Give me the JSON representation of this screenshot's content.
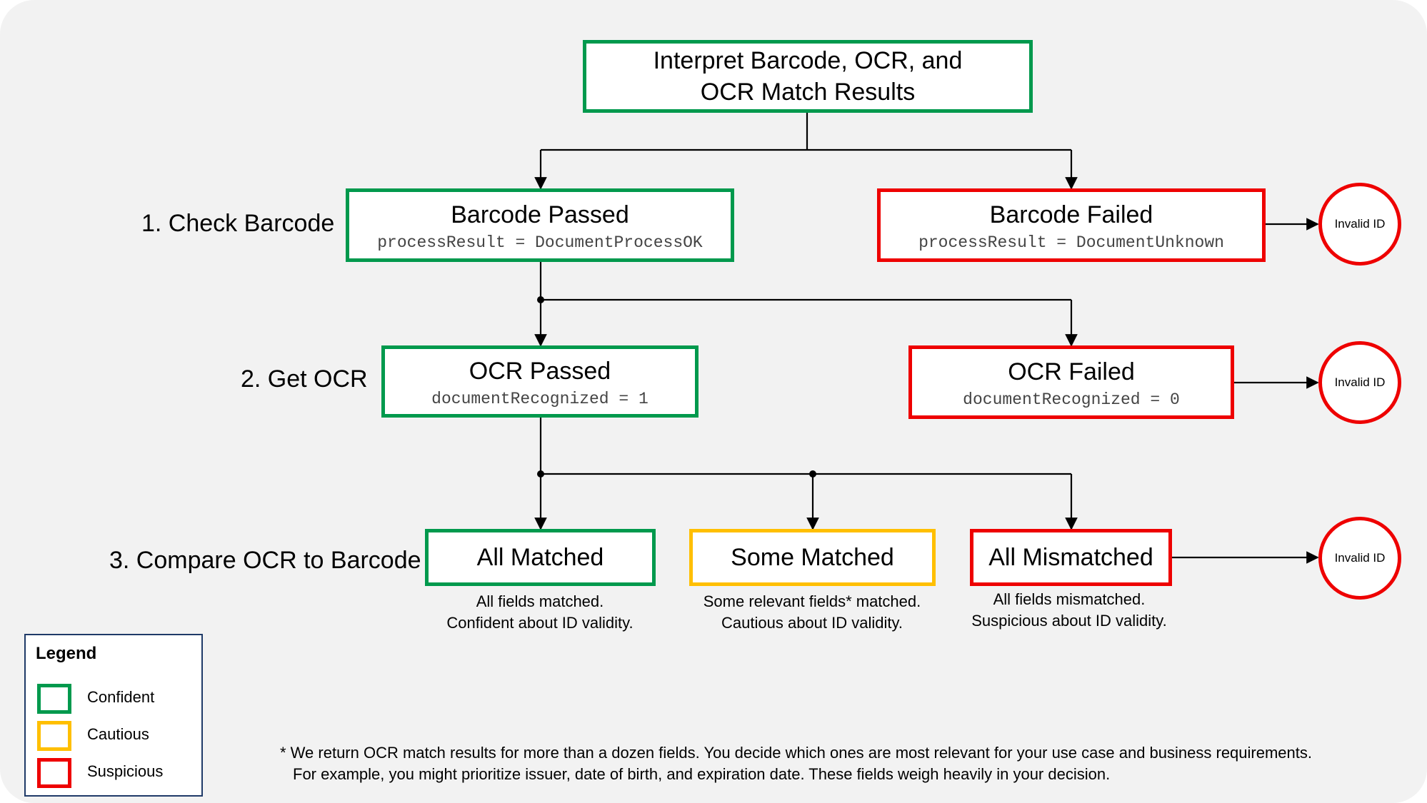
{
  "colors": {
    "confident": "#00994d",
    "cautious": "#ffbf00",
    "suspicious": "#ee0000",
    "background": "#f2f2f2",
    "legend_border": "#1f3a68"
  },
  "root": {
    "line1": "Interpret Barcode, OCR, and",
    "line2": "OCR Match Results",
    "status": "confident"
  },
  "steps": {
    "check_barcode": "1. Check Barcode",
    "get_ocr": "2. Get OCR",
    "compare": "3. Compare OCR to Barcode"
  },
  "barcode_passed": {
    "title": "Barcode Passed",
    "code": "processResult = DocumentProcessOK",
    "status": "confident"
  },
  "barcode_failed": {
    "title": "Barcode Failed",
    "code": "processResult = DocumentUnknown",
    "status": "suspicious"
  },
  "ocr_passed": {
    "title": "OCR Passed",
    "code": "documentRecognized = 1",
    "status": "confident"
  },
  "ocr_failed": {
    "title": "OCR Failed",
    "code": "documentRecognized = 0",
    "status": "suspicious"
  },
  "all_matched": {
    "title": "All Matched",
    "caption1": "All fields matched.",
    "caption2": "Confident about ID validity.",
    "status": "confident"
  },
  "some_matched": {
    "title": "Some Matched",
    "caption1": "Some relevant fields* matched.",
    "caption2": "Cautious about ID validity.",
    "status": "cautious"
  },
  "all_mismatched": {
    "title": "All Mismatched",
    "caption1": "All fields mismatched.",
    "caption2": "Suspicious about ID validity.",
    "status": "suspicious"
  },
  "invalid_label": "Invalid ID",
  "legend": {
    "title": "Legend",
    "items": [
      {
        "label": "Confident",
        "status": "confident"
      },
      {
        "label": "Cautious",
        "status": "cautious"
      },
      {
        "label": "Suspicious",
        "status": "suspicious"
      }
    ]
  },
  "footnote": {
    "line1": "* We return OCR match results for more than a dozen fields. You decide which ones are most relevant for your use case and business requirements.",
    "line2": "For example, you might prioritize issuer, date of birth, and expiration date. These fields weigh heavily in your decision."
  }
}
